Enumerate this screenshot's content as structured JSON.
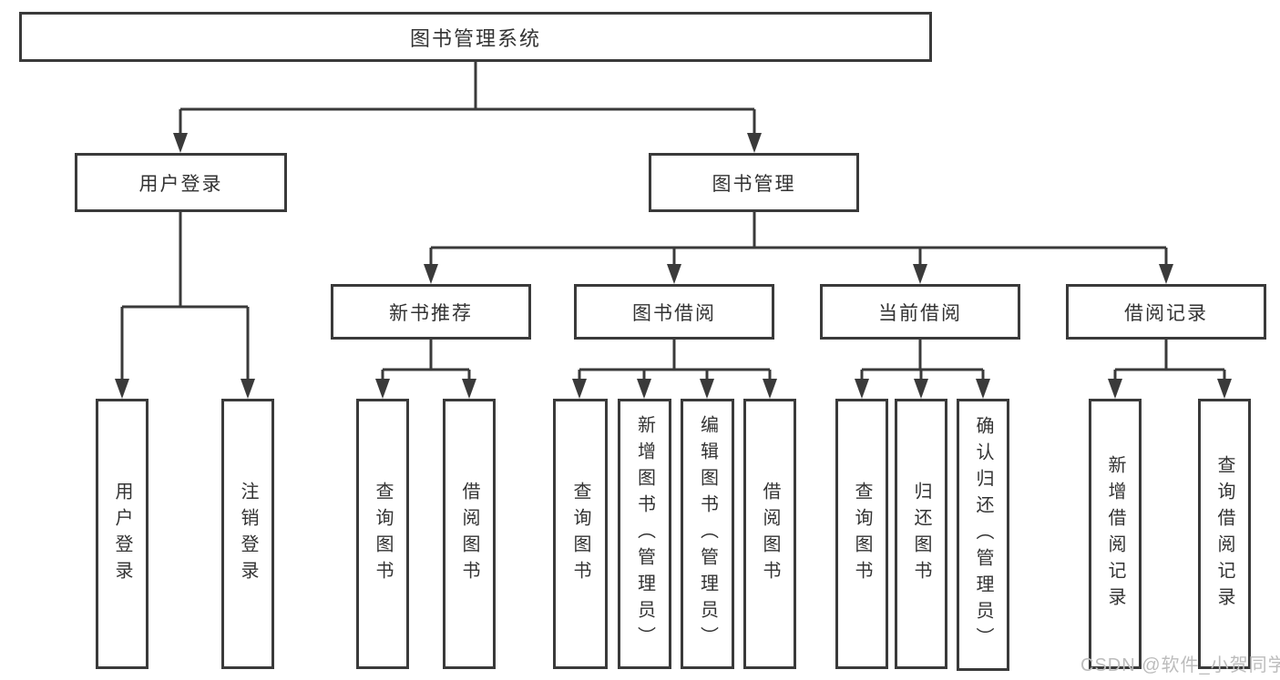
{
  "root": {
    "label": "图书管理系统"
  },
  "level2": [
    {
      "label": "用户登录"
    },
    {
      "label": "图书管理"
    }
  ],
  "level3": [
    {
      "label": "新书推荐"
    },
    {
      "label": "图书借阅"
    },
    {
      "label": "当前借阅"
    },
    {
      "label": "借阅记录"
    }
  ],
  "leaves": {
    "user_login": [
      {
        "label": "用户登录"
      },
      {
        "label": "注销登录"
      }
    ],
    "new_book": [
      {
        "label": "查询图书"
      },
      {
        "label": "借阅图书"
      }
    ],
    "book_borrow": [
      {
        "label": "查询图书"
      },
      {
        "label": "新增图书（管理员）"
      },
      {
        "label": "编辑图书（管理员）"
      },
      {
        "label": "借阅图书"
      }
    ],
    "current_borrow": [
      {
        "label": "查询图书"
      },
      {
        "label": "归还图书"
      },
      {
        "label": "确认归还（管理员）"
      }
    ],
    "borrow_record": [
      {
        "label": "新增借阅记录"
      },
      {
        "label": "查询借阅记录"
      }
    ]
  },
  "watermark": {
    "text": "CSDN @软件_小贺同学"
  },
  "colors": {
    "line": "#3a3a3a",
    "text": "#333333",
    "watermark": "#bcbcbc",
    "background": "#ffffff"
  }
}
